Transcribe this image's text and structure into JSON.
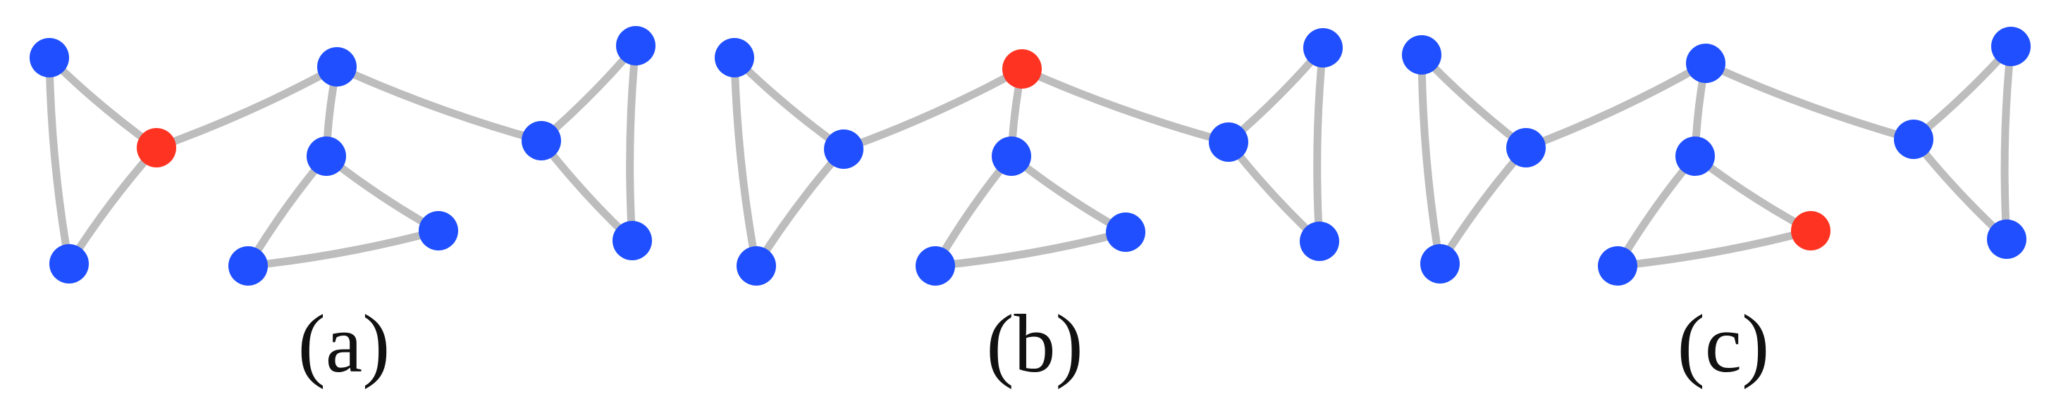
{
  "colors": {
    "node": "#1f4fff",
    "highlight": "#ff3322",
    "edge": "#bdbdbd",
    "text": "#111111"
  },
  "panels": [
    {
      "label": "(a)",
      "highlighted_node": 1
    },
    {
      "label": "(b)",
      "highlighted_node": 2
    },
    {
      "label": "(c)",
      "highlighted_node": 7
    }
  ]
}
